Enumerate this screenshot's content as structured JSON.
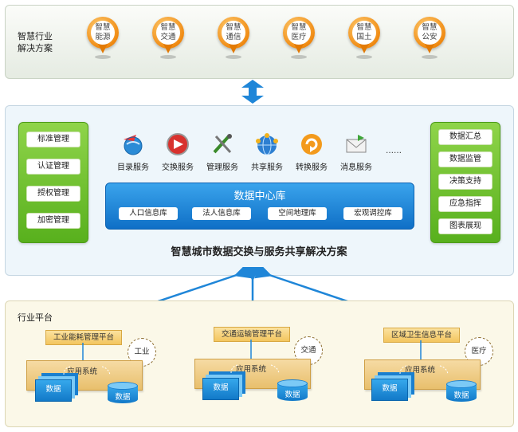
{
  "top": {
    "label_line1": "智慧行业",
    "label_line2": "解决方案",
    "pins": [
      {
        "line1": "智慧",
        "line2": "能源"
      },
      {
        "line1": "智慧",
        "line2": "交通"
      },
      {
        "line1": "智慧",
        "line2": "通信"
      },
      {
        "line1": "智慧",
        "line2": "医疗"
      },
      {
        "line1": "智慧",
        "line2": "国土"
      },
      {
        "line1": "智慧",
        "line2": "公安"
      }
    ]
  },
  "left_box": [
    "标准管理",
    "认证管理",
    "授权管理",
    "加密管理"
  ],
  "right_box": [
    "数据汇总",
    "数据监管",
    "决策支持",
    "应急指挥",
    "图表展现"
  ],
  "services": {
    "items": [
      {
        "label": "目录服务",
        "icon": "globe-arrow-icon"
      },
      {
        "label": "交换服务",
        "icon": "exchange-arrow-icon"
      },
      {
        "label": "管理服务",
        "icon": "tools-icon"
      },
      {
        "label": "共享服务",
        "icon": "globe-share-icon"
      },
      {
        "label": "转换服务",
        "icon": "refresh-icon"
      },
      {
        "label": "消息服务",
        "icon": "envelope-icon"
      }
    ],
    "ellipsis": "……"
  },
  "data_center": {
    "title": "数据中心库",
    "items": [
      "人口信息库",
      "法人信息库",
      "空间地理库",
      "宏观调控库"
    ]
  },
  "solution_title": "智慧城市数据交换与服务共享解决方案",
  "platform": {
    "label": "行业平台",
    "groups": [
      {
        "title": "工业能耗管理平台",
        "tag": "工业",
        "system": "应用系统",
        "doc": "数据",
        "db": "数据"
      },
      {
        "title": "交通运输管理平台",
        "tag": "交通",
        "system": "应用系统",
        "doc": "数据",
        "db": "数据"
      },
      {
        "title": "区域卫生信息平台",
        "tag": "医疗",
        "system": "应用系统",
        "doc": "数据",
        "db": "数据"
      }
    ]
  },
  "colors": {
    "accent_blue": "#1f86d8",
    "green": "#6cc02b",
    "orange": "#f08a12"
  }
}
